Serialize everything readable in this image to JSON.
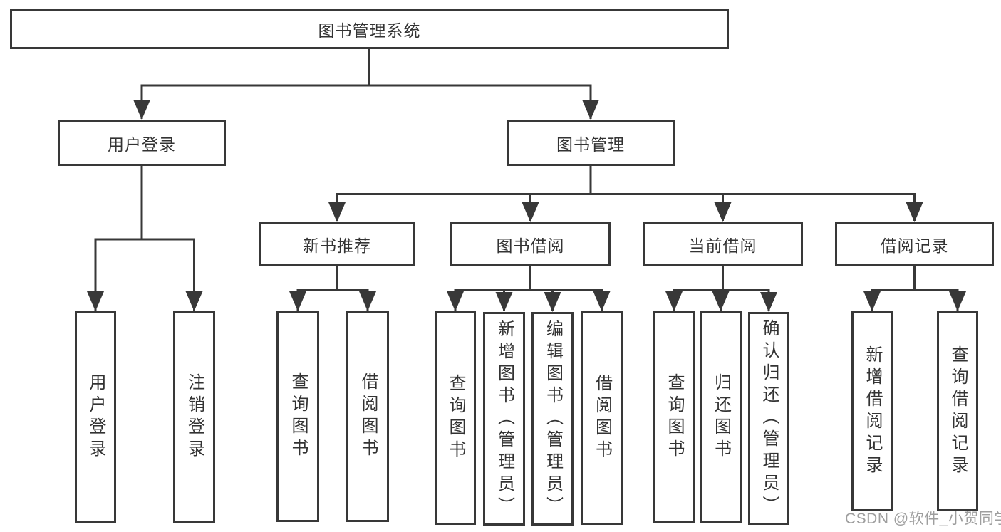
{
  "colors": {
    "line": "#383838",
    "node_border": "#383838",
    "node_text": "#333333",
    "background": "#ffffff",
    "watermark_text": "#949494"
  },
  "tree": {
    "label": "图书管理系统",
    "children": [
      {
        "label": "用户登录",
        "children": [
          {
            "label": "用户登录"
          },
          {
            "label": "注销登录"
          }
        ]
      },
      {
        "label": "图书管理",
        "children": [
          {
            "label": "新书推荐",
            "children": [
              {
                "label": "查询图书"
              },
              {
                "label": "借阅图书"
              }
            ]
          },
          {
            "label": "图书借阅",
            "children": [
              {
                "label": "查询图书"
              },
              {
                "label": "新增图书（管理员）"
              },
              {
                "label": "编辑图书（管理员）"
              },
              {
                "label": "借阅图书"
              }
            ]
          },
          {
            "label": "当前借阅",
            "children": [
              {
                "label": "查询图书"
              },
              {
                "label": "归还图书"
              },
              {
                "label": "确认归还（管理员）"
              }
            ]
          },
          {
            "label": "借阅记录",
            "children": [
              {
                "label": "新增借阅记录"
              },
              {
                "label": "查询借阅记录"
              }
            ]
          }
        ]
      }
    ]
  },
  "watermark": {
    "text": "CSDN @软件_小贺同学"
  }
}
